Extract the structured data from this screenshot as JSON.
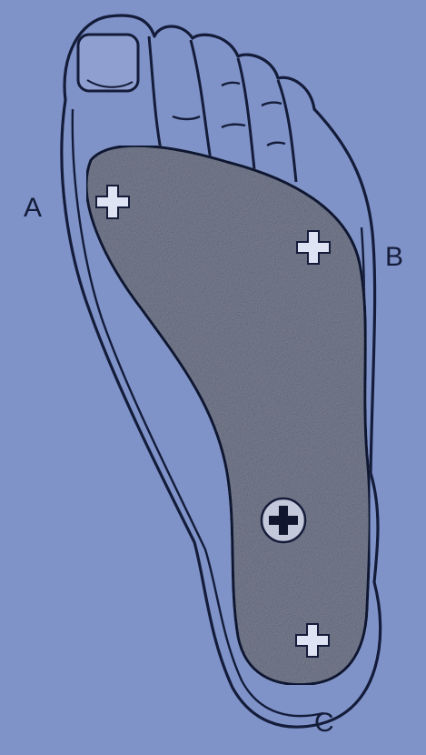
{
  "diagram": {
    "labels": [
      {
        "id": "a",
        "text": "A"
      },
      {
        "id": "b",
        "text": "B"
      },
      {
        "id": "c",
        "text": "C"
      }
    ],
    "colors": {
      "background": "#7f93c9",
      "outline": "#141c3a",
      "insole_fill": "#7d8397",
      "toenail_fill": "#8fa0d0",
      "cross_light": "#dfe4f4",
      "cross_dark": "#10162e"
    },
    "markers": [
      {
        "id": "forefoot-medial",
        "style": "light-cross"
      },
      {
        "id": "forefoot-lateral",
        "style": "light-cross"
      },
      {
        "id": "midfoot",
        "style": "dark-cross-circled"
      },
      {
        "id": "heel",
        "style": "light-cross"
      }
    ]
  }
}
